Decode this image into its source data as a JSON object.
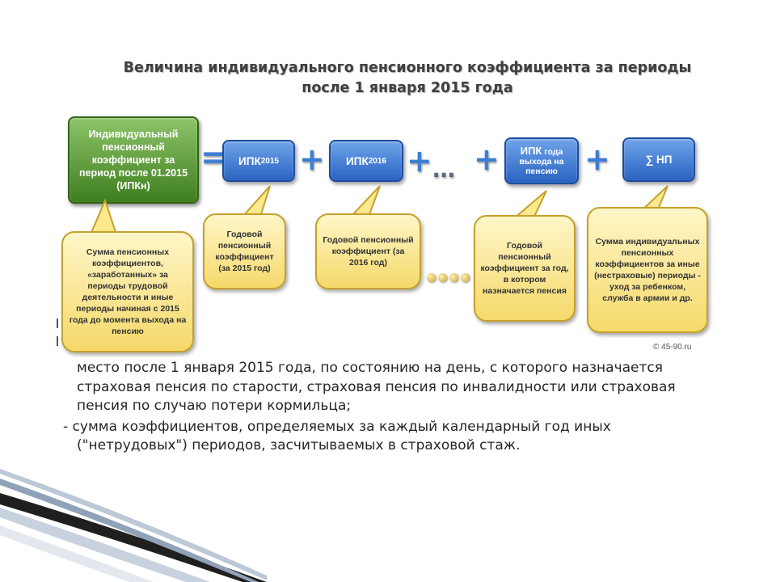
{
  "slide": {
    "title_line1": "Величина индивидуального пенсионного коэффициента за периоды",
    "title_line2": "после 1 января 2015 года"
  },
  "formula": {
    "result": "Индивидуальный пенсионный коэффициент за период после 01.2015 (ИПКн)",
    "equals": "=",
    "plus": "+",
    "dots": "…",
    "ipk2015_main": "ИПК",
    "ipk2015_sub": "2015",
    "ipk2016_main": "ИПК",
    "ipk2016_sub": "2016",
    "ipk_year_lead": "ИПК",
    "ipk_year_rest": "года выхода на пенсию",
    "np": "∑ НП"
  },
  "callouts": {
    "earned": "Сумма пенсионных коэффициентов, «заработанных» за периоды трудовой деятельности и иные периоды начиная с 2015 года до момента выхода на пенсию",
    "annual2015": "Годовой пенсионный коэффициент (за 2015 год)",
    "annual2016": "Годовой пенсионный коэффициент (за 2016 год)",
    "annual_year": "Годовой пенсионный коэффициент за год, в котором назначается пенсия",
    "nonwork": "Сумма индивидуальных пенсионных коэффициентов за иные (нестраховые) периоды - уход за ребенком, служба в армии и др."
  },
  "copyright": "© 45-90.ru",
  "body": {
    "para1": "место после 1 января 2015 года, по состоянию на день, с которого назначается страховая пенсия по старости, страховая пенсия по инвалидности или страховая пенсия по случаю потери кормильца;",
    "para2": "- сумма коэффициентов, определяемых за каждый календарный год иных (\"нетрудовых\") периодов, засчитываемых в страховой стаж."
  },
  "colors": {
    "green": "#4e9a2a",
    "blue": "#3a74d4",
    "callout_fill": "#fbe98e",
    "callout_border": "#c5a12c"
  }
}
